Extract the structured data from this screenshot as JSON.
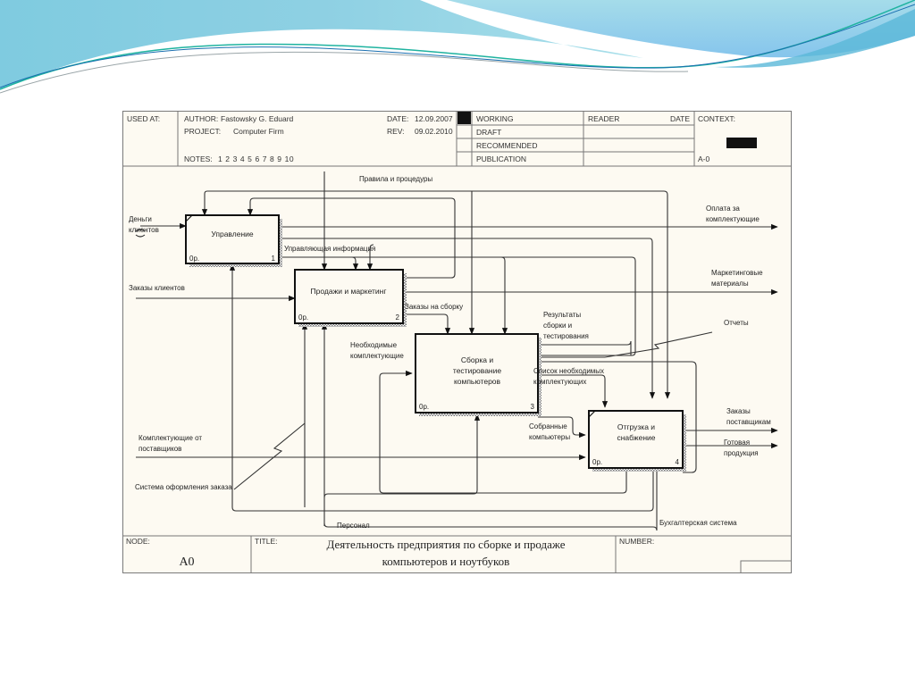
{
  "slide": {
    "background_colors": {
      "wave_light": "#a9dfe9",
      "wave_mid": "#7cc6dc",
      "wave_blue": "#8ac7ea",
      "line_teal": "#1fb3a0",
      "line_blue": "#1a6fb0"
    }
  },
  "header": {
    "used_at_label": "USED AT:",
    "author_label": "AUTHOR:",
    "author_value": "Fastowsky G. Eduard",
    "project_label": "PROJECT:",
    "project_value": "Computer Firm",
    "date_label": "DATE:",
    "date_value": "12.09.2007",
    "rev_label": "REV:",
    "rev_value": "09.02.2010",
    "notes_label": "NOTES:",
    "notes_numbers": "1 2 3 4 5 6 7 8 9 10",
    "status_rows": [
      "WORKING",
      "DRAFT",
      "RECOMMENDED",
      "PUBLICATION"
    ],
    "status_selected": "WORKING",
    "reader_label": "READER",
    "reader_date_label": "DATE",
    "context_label": "CONTEXT:",
    "context_node": "A-0"
  },
  "boxes": [
    {
      "id": 1,
      "title": "Управление",
      "cost": "0р.",
      "number": "1"
    },
    {
      "id": 2,
      "title": "Продажи и маркетинг",
      "cost": "0р.",
      "number": "2"
    },
    {
      "id": 3,
      "title_lines": [
        "Сборка и",
        "тестирование",
        "компьютеров"
      ],
      "cost": "0р.",
      "number": "3"
    },
    {
      "id": 4,
      "title_lines": [
        "Отгрузка и",
        "снабжение"
      ],
      "cost": "0р.",
      "number": "4"
    }
  ],
  "arrows": {
    "rules": "Правила и процедуры",
    "money_line1": "Деньги",
    "money_line2": "клиентов",
    "control_info": "Управляющая информация",
    "customer_orders": "Заказы клиентов",
    "assembly_orders": "Заказы на сборку",
    "needed_parts_line1": "Необходимые",
    "needed_parts_line2": "комплектующие",
    "results_line1": "Результаты",
    "results_line2": "сборки и",
    "results_line3": "тестирования",
    "reports": "Отчеты",
    "parts_list_line1": "Список необходимых",
    "parts_list_line2": "комплектующих",
    "assembled_line1": "Собранные",
    "assembled_line2": "компьютеры",
    "supplier_parts_line1": "Комплектующие от",
    "supplier_parts_line2": "поставщиков",
    "order_system": "Система оформления заказа",
    "personnel": "Персонал",
    "accounting": "Бухгалтерская система",
    "pay_parts_line1": "Оплата за",
    "pay_parts_line2": "комплектующие",
    "marketing_line1": "Маркетинговые",
    "marketing_line2": "материалы",
    "supplier_orders_line1": "Заказы",
    "supplier_orders_line2": "поставщикам",
    "finished_line1": "Готовая",
    "finished_line2": "продукция"
  },
  "footer": {
    "node_label": "NODE:",
    "node_value": "A0",
    "title_label": "TITLE:",
    "title_line1": "Деятельность предприятия  по сборке и продаже",
    "title_line2": "компьютеров и ноутбуков",
    "number_label": "NUMBER:"
  }
}
